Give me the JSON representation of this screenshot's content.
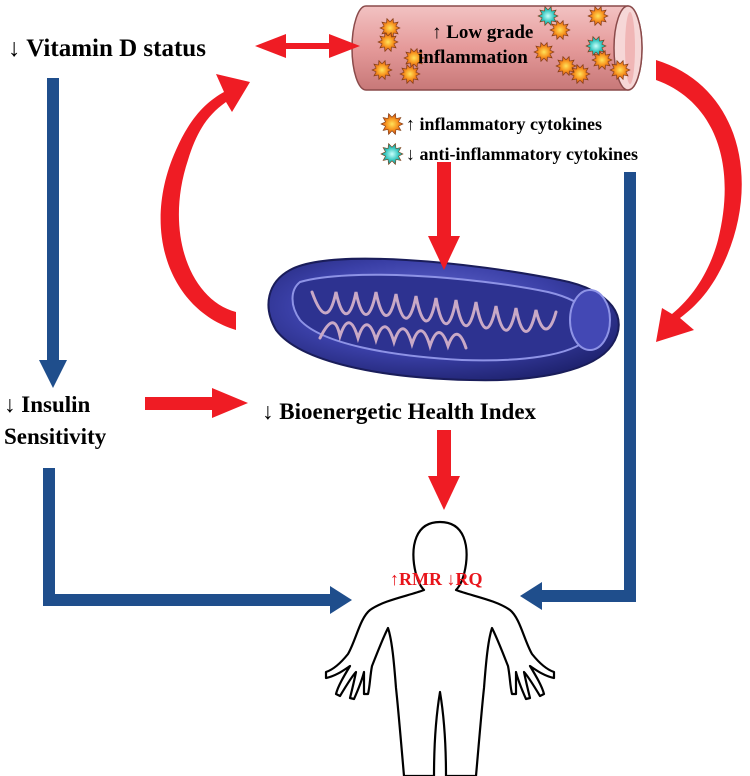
{
  "labels": {
    "vitamin_d": "↓ Vitamin D status",
    "insulin_line1": "↓ Insulin",
    "insulin_line2": "Sensitivity",
    "bhi": "↓ Bioenergetic Health Index",
    "vessel_line1": "↑ Low grade",
    "vessel_line2": "inflammation",
    "cytokines_up": "↑ inflammatory cytokines",
    "cytokines_down": "↓ anti-inflammatory cytokines",
    "body_text": "↑RMR ↓RQ"
  },
  "icons": {
    "pro_inflammatory": "orange-spiky-cytokine-icon",
    "anti_inflammatory": "cyan-spiky-cytokine-icon"
  },
  "colors": {
    "red_arrow": "#ef1c24",
    "blue_arrow": "#1f4e8c",
    "vessel": "#e9a3a3",
    "mitochondrion": "#3a3fa6",
    "body_outline": "#000000",
    "body_text": "#e8141b"
  }
}
